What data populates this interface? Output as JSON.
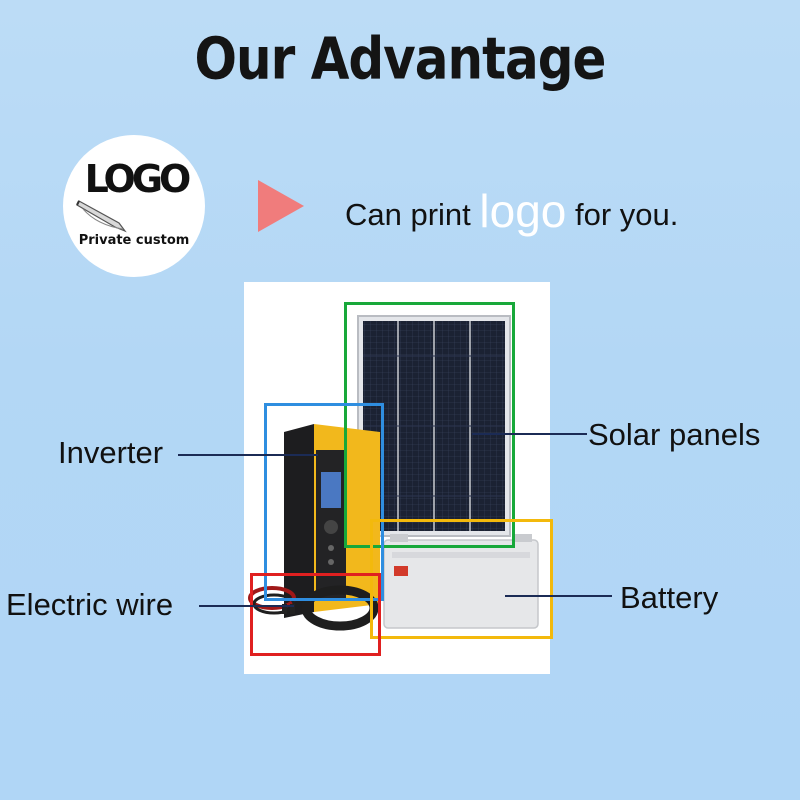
{
  "header": {
    "title": "Our Advantage"
  },
  "logo_badge": {
    "logo_text": "LOGO",
    "caption": "Private custom"
  },
  "slogan": {
    "before": "Can print ",
    "highlight": "logo",
    "after": " for you."
  },
  "components": {
    "solar_panels": "Solar panels",
    "inverter": "Inverter",
    "electric_wire": "Electric wire",
    "battery": "Battery"
  },
  "colors": {
    "solar_panels_box": "#18a83a",
    "inverter_box": "#2f8ee0",
    "electric_wire_box": "#e02020",
    "battery_box": "#f3b90c",
    "arrow": "#f07c7c",
    "inverter_body": "#f2b81c"
  }
}
